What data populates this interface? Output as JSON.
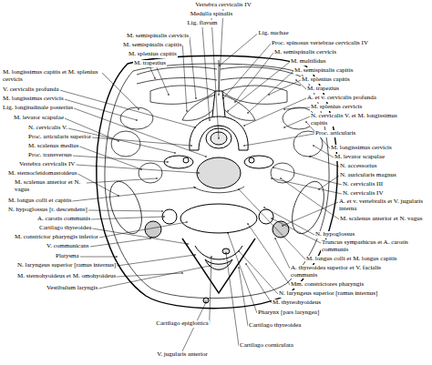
{
  "diagram": {
    "labels": [
      "Vertebra cervicalis IV",
      "Medulla spinalis",
      "Lig. flavum",
      "Lig. nuchae",
      "M. semispinalis cervicis",
      "M. semispinalis capitis",
      "M. splenius capitis",
      "M. trapezius",
      "Proc. spinosus vertebrae cervicalis IV",
      "M. semispinalis cervicis",
      "M. multifidus",
      "M. semispinalis capitis",
      "M. splenius capitis",
      "M. trapezius",
      "A. et v. cervicalis profunda",
      "M. splenius cervicis",
      "N. cervicalis V. et M. longissimus capitis",
      "Proc. articularis",
      "M. longissimus capitis et M. splenius cervicis",
      "V. cervicalis profunda",
      "M. longissimus cervicis",
      "Lig. longitudinale posterius",
      "M. levator scapulae",
      "N. cervicalis V.",
      "Proc. articularis superior",
      "M. scalenus medius",
      "Proc. transversus",
      "Vertebra cervicalis IV",
      "M. sternocleidomastoideus",
      "M. scalenus anterior et N. vagus",
      "M. longus colli et capitis",
      "N. hypoglossus [r. descendens]",
      "A. carotis communis",
      "Cartilago thyreoidea",
      "M. constrictor pharyngis inferior",
      "V. communicans",
      "Platysma",
      "N. laryngeus superior [ramus internus]",
      "M. sternohyoideus et M. omohyoideus",
      "Vestibulum laryngis",
      "Cartilago epiglottica",
      "V. jugularis anterior",
      "M. longissimus cervicis",
      "M. levator scapulae",
      "N. accessorius",
      "N. auricularis magnus",
      "N. cervicalis III",
      "N. cervicalis IV",
      "A. et v. vertebralis et V. jugularis interna",
      "M. scalenus anterior et N. vagus",
      "N. hypoglossus",
      "Truncus sympathicus et A. carotis communis",
      "M. longus colli et M. longus capitis",
      "A. thyreoidea superior et V. facialis communis",
      "Mm. constrictores pharyngis",
      "N. laryngeus superior [ramus internus]",
      "M. thyreohyoideus",
      "Pharynx [pars laryngea]",
      "Cartilago thyreoidea",
      "Cartilago corniculata"
    ]
  }
}
